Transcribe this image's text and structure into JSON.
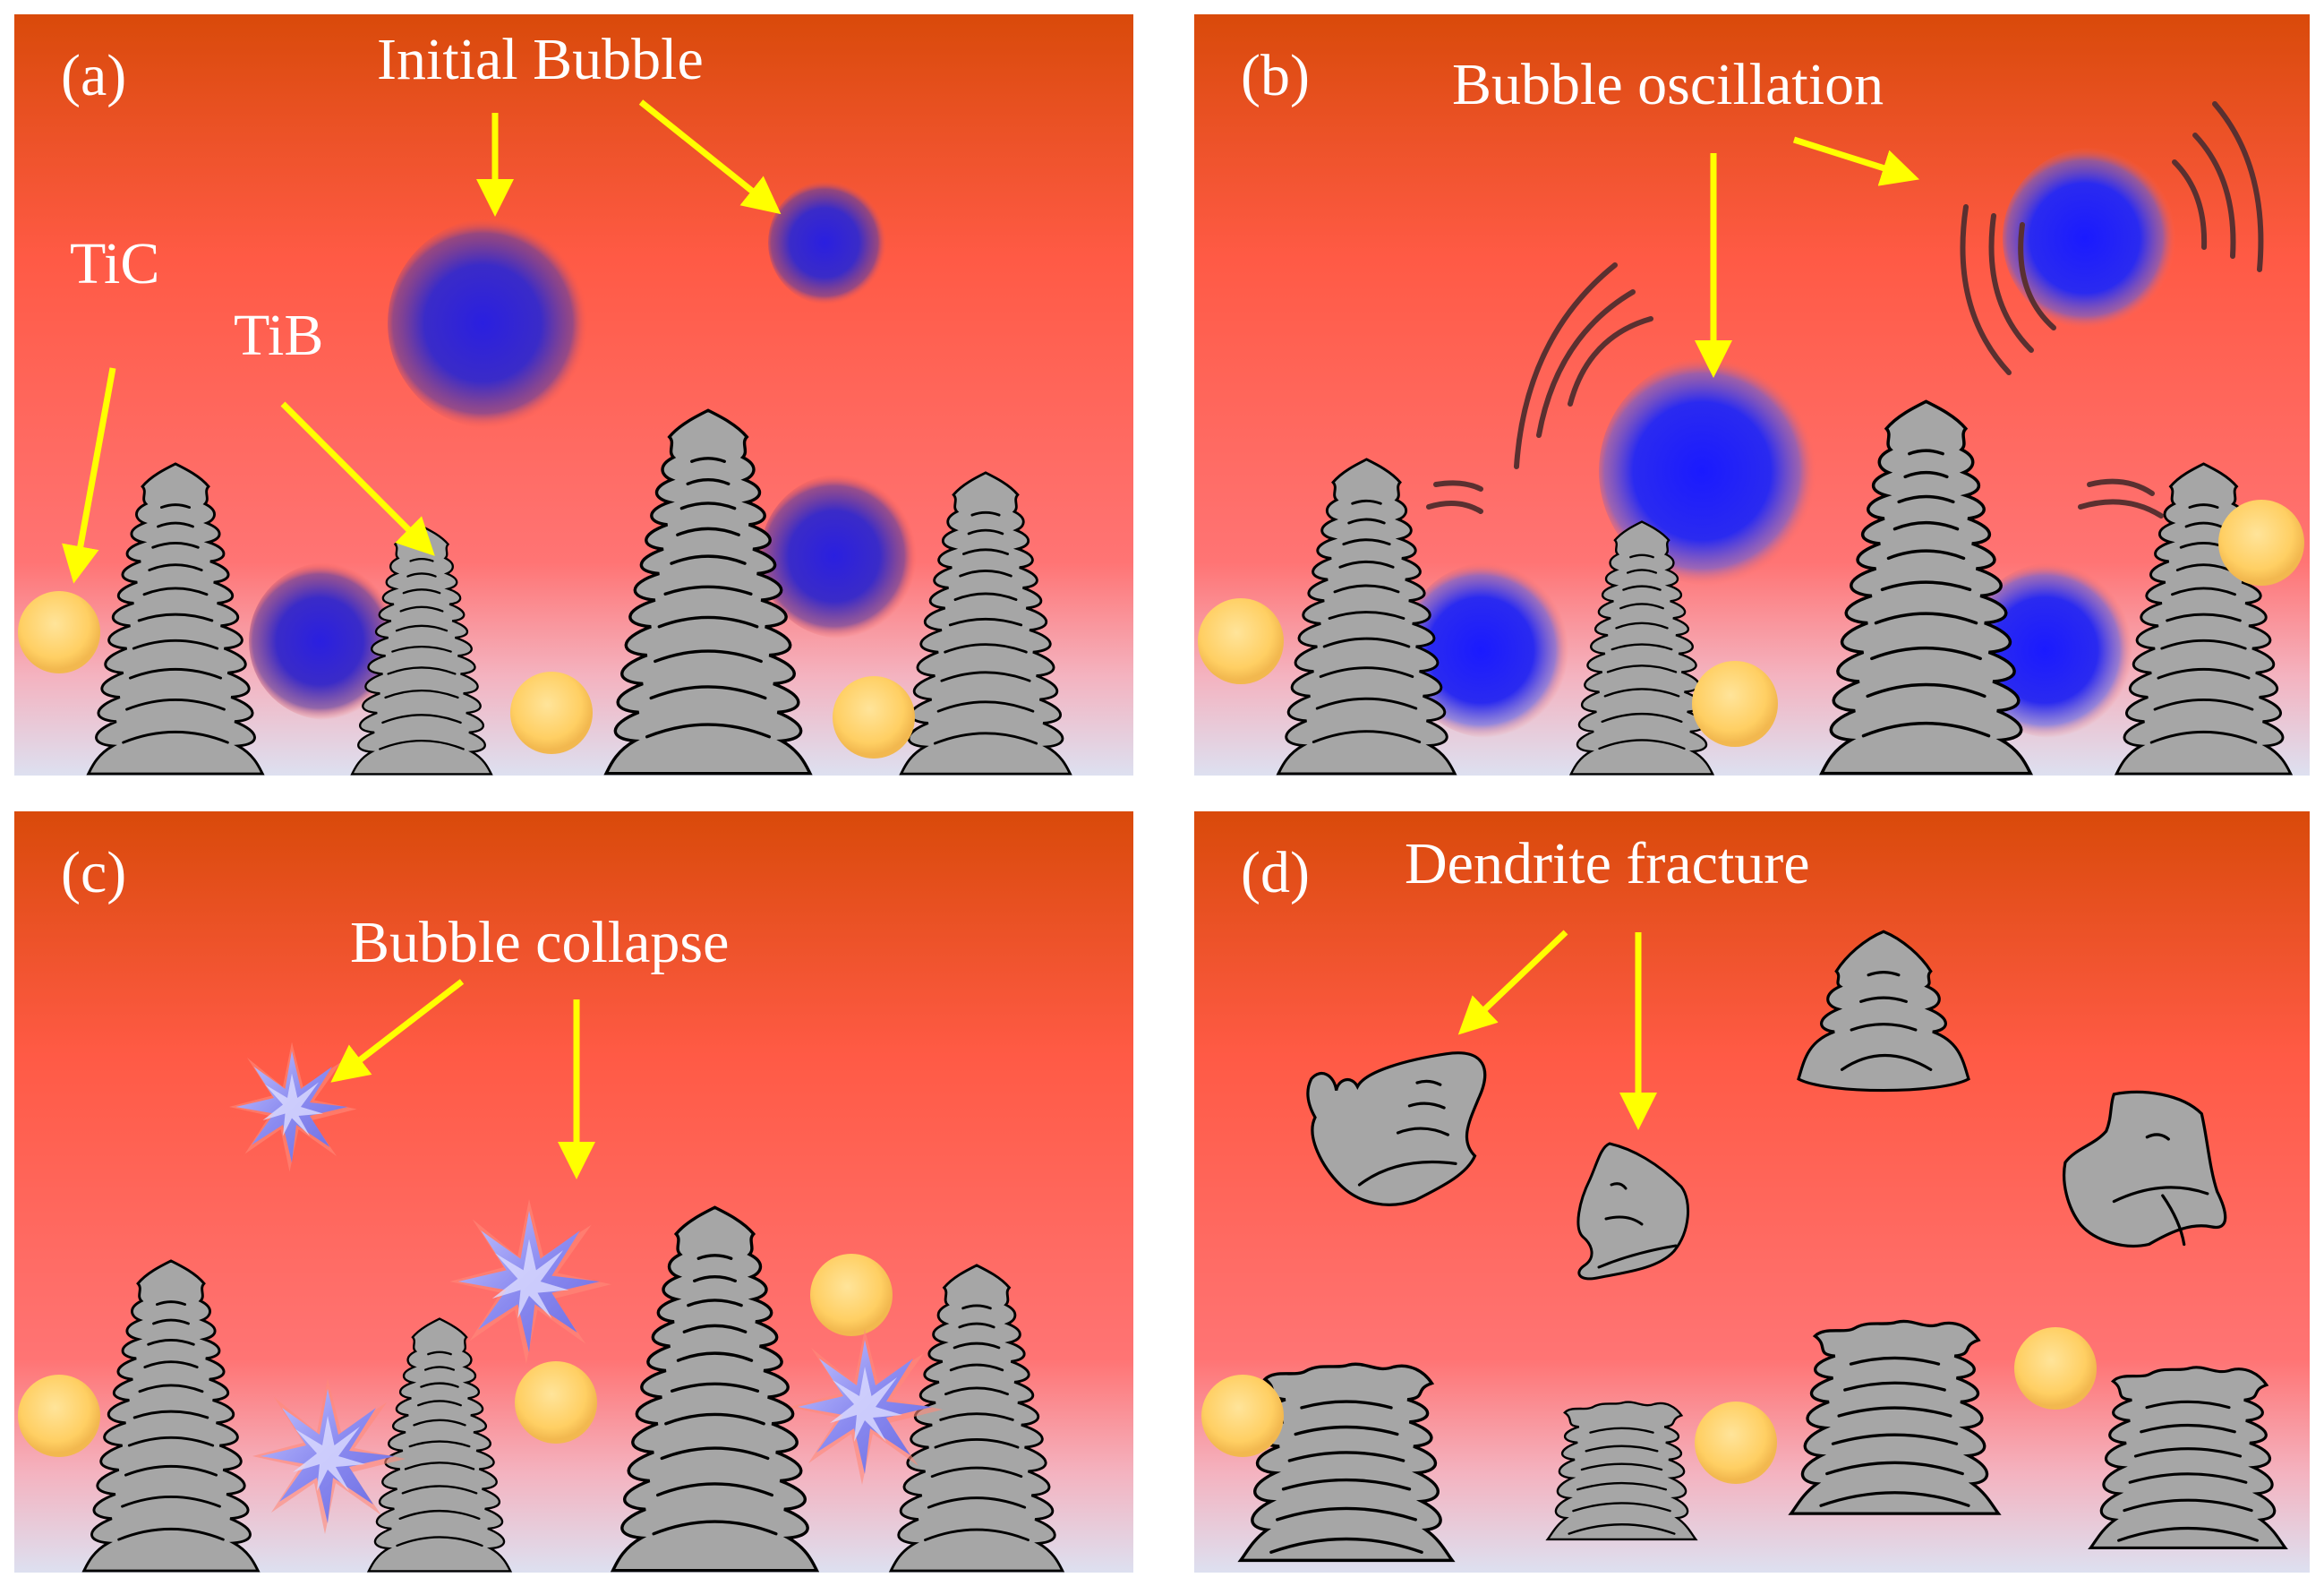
{
  "panels": [
    {
      "id": "a",
      "label": "(a)",
      "annotations": [
        "Initial Bubble",
        "TiC",
        "TiB"
      ]
    },
    {
      "id": "b",
      "label": "(b)",
      "annotations": [
        "Bubble oscillation"
      ]
    },
    {
      "id": "c",
      "label": "(c)",
      "annotations": [
        "Bubble collapse"
      ]
    },
    {
      "id": "d",
      "label": "(d)",
      "annotations": [
        "Dendrite fracture"
      ]
    }
  ],
  "colors": {
    "melt_top": "#d94a0a",
    "melt_mid": "#ff5a45",
    "melt_bottom": "#dde0f0",
    "dendrite": "#a6a6a6",
    "bubble": "#2b1fd6",
    "particle": "#ffd06a",
    "arrow": "#ffff00",
    "text": "#ffffff"
  }
}
